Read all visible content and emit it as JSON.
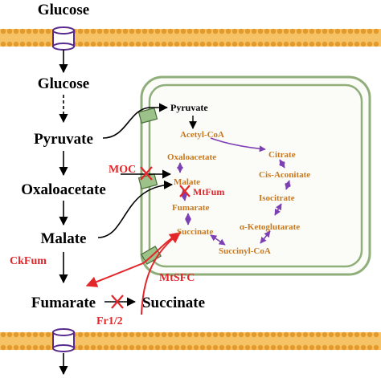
{
  "colors": {
    "membrane": "#f6c266",
    "membrane_dot": "#e39a2a",
    "mito_outline": "#8fae7a",
    "mito_fill": "#fbfcf8",
    "tca_text": "#c8781d",
    "tca_arrow": "#7d3fb4",
    "enzyme_red": "#e3262a",
    "transporter": "#5a2a8c",
    "mito_transporter": "#9cc28a"
  },
  "cytosol": {
    "glucose_outside": "Glucose",
    "glucose_inside": "Glucose",
    "pyruvate": "Pyruvate",
    "oxaloacetate": "Oxaloacetate",
    "malate": "Malate",
    "fumarate": "Fumarate",
    "succinate": "Succinate"
  },
  "enzymes": {
    "moc": "MOC",
    "ckfum": "CkFum",
    "mtfum": "MtFum",
    "mtsfc": "MtSFC",
    "fr12": "Fr1/2"
  },
  "mitochondrion": {
    "pyruvate": "Pyruvate",
    "acetyl_coa": "Acetyl-CoA",
    "tca": {
      "oxaloacetate": "Oxaloacetate",
      "citrate": "Citrate",
      "cis_aconitate": "Cis-Aconitate",
      "malate": "Malate",
      "isocitrate": "Isocitrate",
      "fumarate": "Fumarate",
      "alpha_ketoglutarate": "α-Ketoglutarate",
      "succinate": "Succinate",
      "succinyl_coa": "Succinyl-CoA"
    }
  }
}
